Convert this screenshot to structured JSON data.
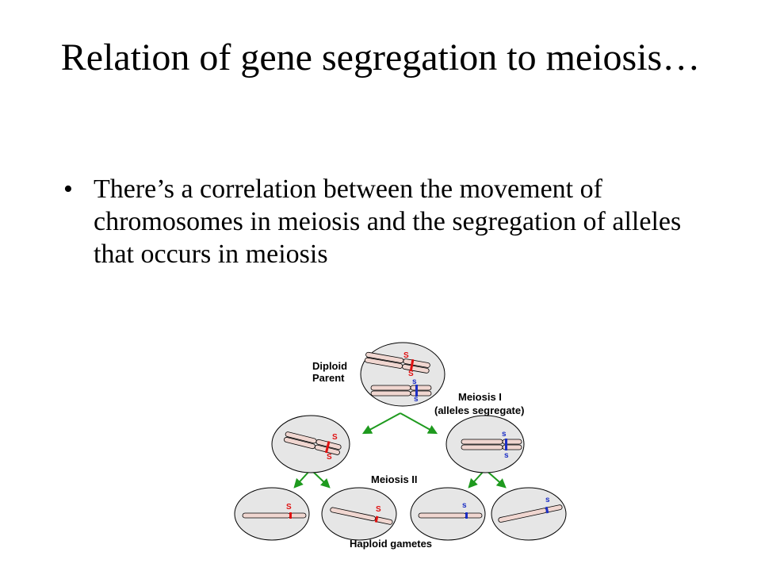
{
  "slide": {
    "title": "Relation of gene segregation to meiosis…",
    "bullet": "There’s a correlation between the movement of chromosomes in meiosis and the segregation of alleles that occurs in meiosis",
    "bullet_symbol": "•"
  },
  "diagram": {
    "labels": {
      "diploid_line1": "Diploid",
      "diploid_line2": "Parent",
      "meiosis1_line1": "Meiosis I",
      "meiosis1_line2": "(alleles segregate)",
      "meiosis2": "Meiosis II",
      "haploid": "Haploid gametes"
    },
    "allele_dominant": "S",
    "allele_recessive": "s",
    "colors": {
      "cell_fill": "#e6e6e6",
      "chromosome_fill": "#f0d6d0",
      "allele_S": "#e01010",
      "allele_s": "#1b2ec4",
      "arrow": "#1e9a1e"
    }
  }
}
